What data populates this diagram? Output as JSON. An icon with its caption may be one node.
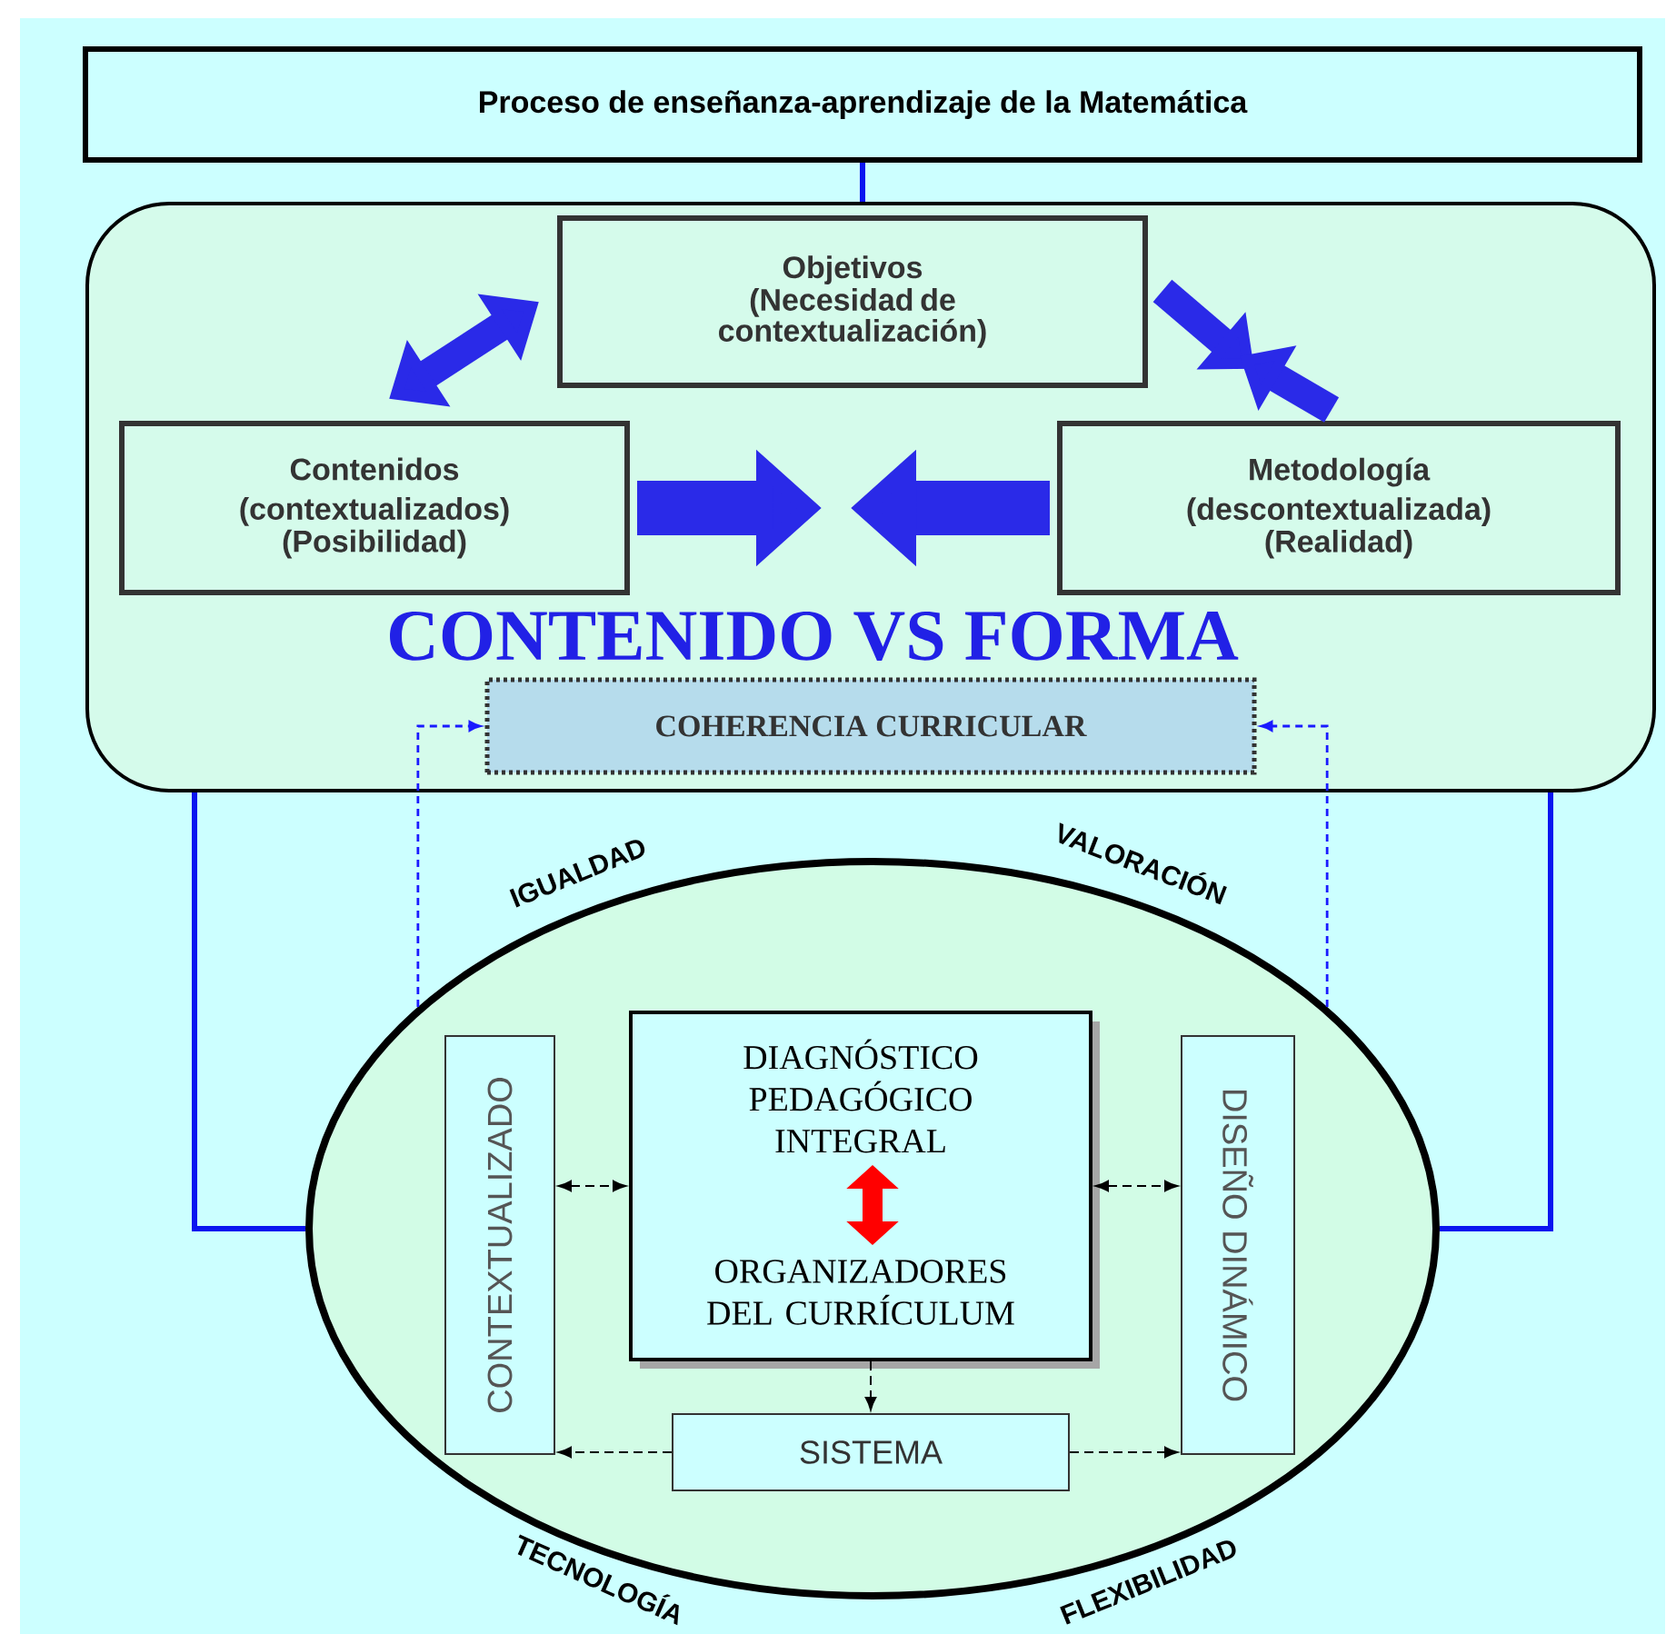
{
  "diagram": {
    "nodes": [
      {
        "text": [
          "Proceso de enseñanza-aprendizaje de la Matemática"
        ]
      },
      {
        "text": [
          "CONTENIDO VS FORMA"
        ]
      },
      {
        "text": [
          "Objetivos",
          "(Necesidad de contextualización)"
        ],
        "in": 1
      },
      {
        "text": [
          "Contenidos",
          "(contextualizados)",
          "(Posibilidad)"
        ],
        "in": 1
      },
      {
        "text": [
          "Metodología",
          "(descontextualizada)",
          "(Realidad)"
        ],
        "in": 1
      },
      {
        "text": [
          "COHERENCIA CURRICULAR"
        ],
        "in": 1
      },
      {
        "text": [],
        "shape": "circle",
        "beside": [
          "IGUALDAD",
          "VALORACIÓN",
          "TECNOLOGÍA",
          "FLEXIBILIDAD"
        ]
      },
      {
        "text": [
          "CONTEXTUALIZADO"
        ],
        "in": 6
      },
      {
        "text": [
          "DIAGNÓSTICO PEDAGÓGICO INTEGRAL",
          "ORGANIZADORES DEL CURRÍCULUM"
        ],
        "in": 6
      },
      {
        "text": [
          "DISEÑO DINÁMICO"
        ],
        "in": 6
      },
      {
        "text": [
          "SISTEMA"
        ],
        "in": 6
      }
    ],
    "edges": [
      {
        "from": 0,
        "to": 1,
        "arrow": "none",
        "color": "#0a14f0"
      },
      {
        "from": 2,
        "to": 3,
        "arrow": "both",
        "style": "thick",
        "color": "#2a2ae8"
      },
      {
        "from": 2,
        "to": null,
        "arrow": "to",
        "style": "thick",
        "color": "#2a2ae8"
      },
      {
        "from": 4,
        "to": null,
        "arrow": "to",
        "style": "thick",
        "color": "#2a2ae8"
      },
      {
        "from": 3,
        "to": null,
        "arrow": "to",
        "style": "thick",
        "color": "#2a2ae8"
      },
      {
        "from": 4,
        "to": null,
        "arrow": "to",
        "style": "thick",
        "color": "#2a2ae8"
      },
      {
        "from": 1,
        "to": 6,
        "arrow": "none",
        "color": "#0a14f0"
      },
      {
        "from": 1,
        "to": 6,
        "arrow": "none",
        "color": "#0a14f0"
      },
      {
        "from": 6,
        "to": 5,
        "arrow": "to",
        "style": "dashed",
        "color": "#1a1aff"
      },
      {
        "from": 6,
        "to": 5,
        "arrow": "to",
        "style": "dashed",
        "color": "#1a1aff"
      },
      {
        "from": 7,
        "to": 8,
        "arrow": "both",
        "style": "dashed",
        "color": "#000000"
      },
      {
        "from": 8,
        "to": 9,
        "arrow": "both",
        "style": "dashed",
        "color": "#000000"
      },
      {
        "from": 8,
        "to": 10,
        "arrow": "to",
        "style": "dashed",
        "color": "#000000"
      },
      {
        "from": 10,
        "to": 7,
        "arrow": "to",
        "style": "dashed",
        "color": "#000000"
      },
      {
        "from": 10,
        "to": 9,
        "arrow": "to",
        "style": "dashed",
        "color": "#000000"
      }
    ]
  }
}
